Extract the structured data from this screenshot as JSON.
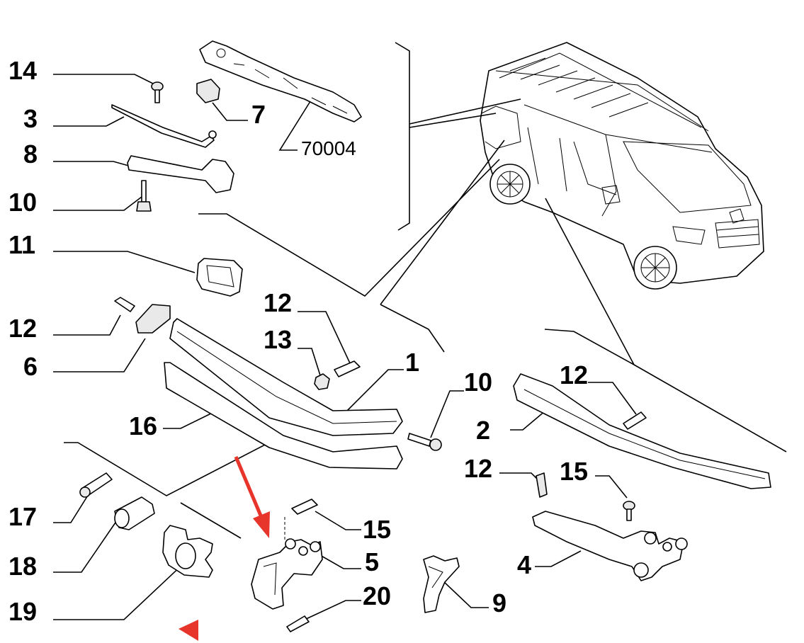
{
  "diagram": {
    "callouts": [
      {
        "id": "c14",
        "label": "14"
      },
      {
        "id": "c3",
        "label": "3"
      },
      {
        "id": "c8",
        "label": "8"
      },
      {
        "id": "c10a",
        "label": "10"
      },
      {
        "id": "c11",
        "label": "11"
      },
      {
        "id": "c12a",
        "label": "12"
      },
      {
        "id": "c6",
        "label": "6"
      },
      {
        "id": "c7",
        "label": "7"
      },
      {
        "id": "c70004",
        "label": "70004"
      },
      {
        "id": "c12b",
        "label": "12"
      },
      {
        "id": "c13",
        "label": "13"
      },
      {
        "id": "c1",
        "label": "1"
      },
      {
        "id": "c16",
        "label": "16"
      },
      {
        "id": "c10b",
        "label": "10"
      },
      {
        "id": "c12c",
        "label": "12"
      },
      {
        "id": "c2",
        "label": "2"
      },
      {
        "id": "c12d",
        "label": "12"
      },
      {
        "id": "c15a",
        "label": "15"
      },
      {
        "id": "c4",
        "label": "4"
      },
      {
        "id": "c17",
        "label": "17"
      },
      {
        "id": "c18",
        "label": "18"
      },
      {
        "id": "c19",
        "label": "19"
      },
      {
        "id": "c15b",
        "label": "15"
      },
      {
        "id": "c5",
        "label": "5"
      },
      {
        "id": "c20",
        "label": "20"
      },
      {
        "id": "c9",
        "label": "9"
      }
    ],
    "annotation_color": "#e8352b",
    "line_color": "#000000"
  }
}
